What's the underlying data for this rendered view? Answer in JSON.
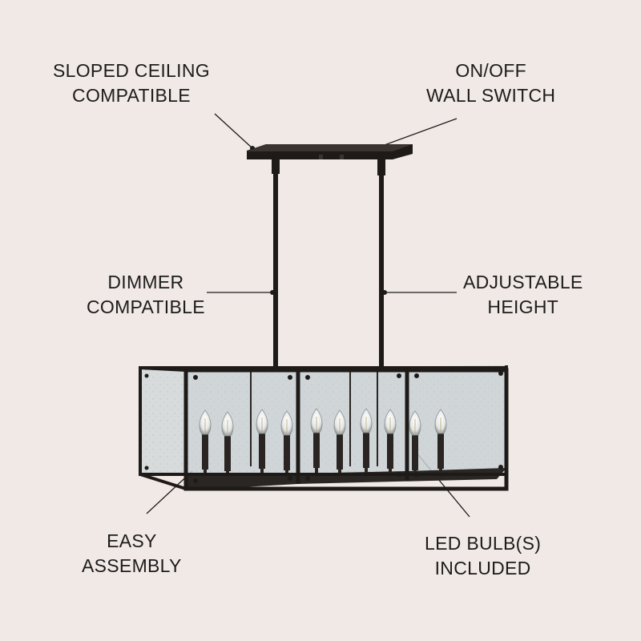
{
  "features": {
    "sloped_ceiling": {
      "line1": "SLOPED CEILING",
      "line2": "COMPATIBLE"
    },
    "wall_switch": {
      "line1": "ON/OFF",
      "line2": "WALL SWITCH"
    },
    "dimmer": {
      "line1": "DIMMER",
      "line2": "COMPATIBLE"
    },
    "adjustable_height": {
      "line1": "ADJUSTABLE",
      "line2": "HEIGHT"
    },
    "easy_assembly": {
      "line1": "EASY",
      "line2": "ASSEMBLY"
    },
    "led_bulbs": {
      "line1": "LED BULB(S)",
      "line2": "INCLUDED"
    }
  },
  "product": {
    "icon": "rectangular-chandelier-icon",
    "bulb_count": 10
  },
  "colors": {
    "background": "#f1e9e6",
    "frame": "#1e1a18",
    "glass": "#cfd6d8",
    "text": "#1c1c1c"
  }
}
